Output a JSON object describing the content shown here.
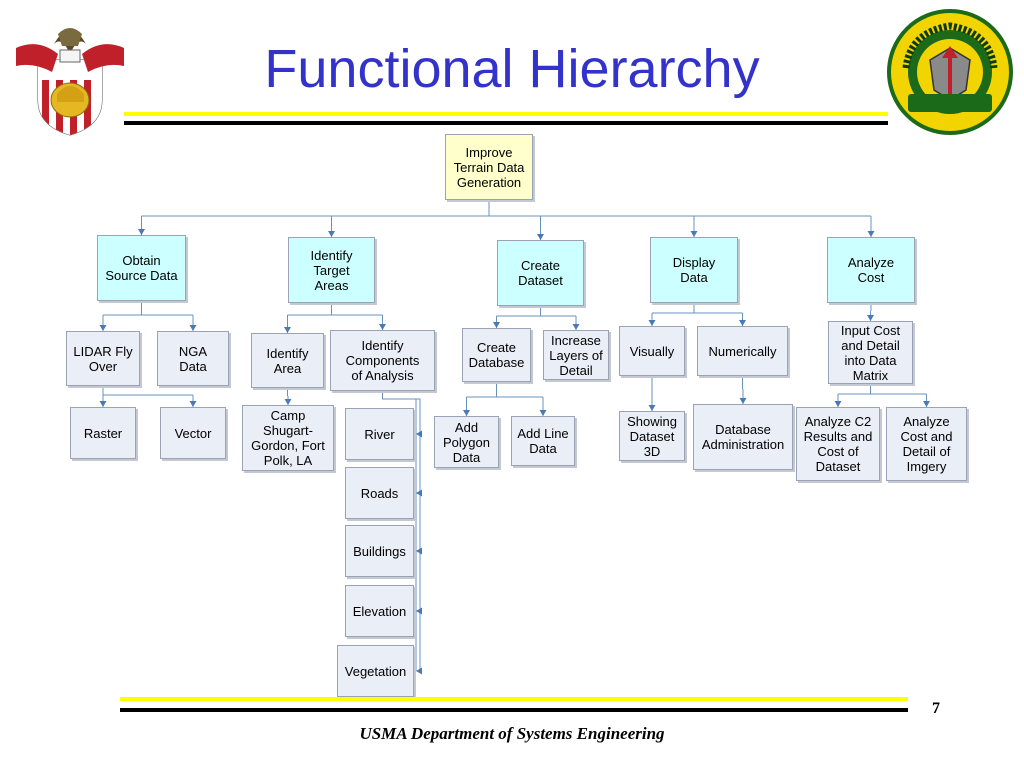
{
  "slide": {
    "title": "Functional Hierarchy",
    "page_number": "7",
    "footer": "USMA Department of Systems Engineering"
  },
  "colors": {
    "title": "#3333cc",
    "yellow_rule": "#ffff00",
    "black_rule": "#000000",
    "root_fill": "#ffffcc",
    "level1_fill": "#ccffff",
    "leaf_fill": "#eaeef7",
    "connector": "#6a90bc",
    "arrowhead": "#4a7ab5"
  },
  "seals": {
    "left_seal_icon": "west-point-crest-icon",
    "right_seal_icon": "department-of-systems-engineering-seal-icon",
    "right_seal_lettering": [
      "Department of Systems Engineering",
      "USMA",
      "Est.",
      "1989"
    ]
  },
  "diagram": {
    "nodes": [
      {
        "id": "root",
        "kind": "root",
        "lines": [
          "Improve",
          "Terrain Data",
          "Generation"
        ]
      },
      {
        "id": "obtain",
        "kind": "level1",
        "lines": [
          "Obtain",
          "Source Data"
        ]
      },
      {
        "id": "identify_target",
        "kind": "level1",
        "lines": [
          "Identify",
          "Target",
          "Areas"
        ]
      },
      {
        "id": "create_dataset",
        "kind": "level1",
        "lines": [
          "Create",
          "Dataset"
        ]
      },
      {
        "id": "display",
        "kind": "level1",
        "lines": [
          "Display",
          "Data"
        ]
      },
      {
        "id": "analyze",
        "kind": "level1",
        "lines": [
          "Analyze",
          "Cost"
        ]
      },
      {
        "id": "lidar",
        "kind": "leaf",
        "lines": [
          "LIDAR Fly",
          "Over"
        ]
      },
      {
        "id": "nga",
        "kind": "leaf",
        "lines": [
          "NGA",
          "Data"
        ]
      },
      {
        "id": "raster",
        "kind": "leaf",
        "lines": [
          "Raster"
        ]
      },
      {
        "id": "vector",
        "kind": "leaf",
        "lines": [
          "Vector"
        ]
      },
      {
        "id": "identify_area",
        "kind": "leaf",
        "lines": [
          "Identify",
          "Area"
        ]
      },
      {
        "id": "identify_components",
        "kind": "leaf",
        "lines": [
          "Identify",
          "Components",
          "of Analysis"
        ]
      },
      {
        "id": "camp",
        "kind": "leaf",
        "lines": [
          "Camp",
          "Shugart-",
          "Gordon, Fort",
          "Polk, LA"
        ]
      },
      {
        "id": "river",
        "kind": "leaf",
        "lines": [
          "River"
        ]
      },
      {
        "id": "roads",
        "kind": "leaf",
        "lines": [
          "Roads"
        ]
      },
      {
        "id": "buildings",
        "kind": "leaf",
        "lines": [
          "Buildings"
        ]
      },
      {
        "id": "elevation",
        "kind": "leaf",
        "lines": [
          "Elevation"
        ]
      },
      {
        "id": "vegetation",
        "kind": "leaf",
        "lines": [
          "Vegetation"
        ]
      },
      {
        "id": "create_database",
        "kind": "leaf",
        "lines": [
          "Create",
          "Database"
        ]
      },
      {
        "id": "increase_layers",
        "kind": "leaf",
        "lines": [
          "Increase",
          "Layers of",
          "Detail"
        ]
      },
      {
        "id": "add_polygon",
        "kind": "leaf",
        "lines": [
          "Add",
          "Polygon",
          "Data"
        ]
      },
      {
        "id": "add_line",
        "kind": "leaf",
        "lines": [
          "Add Line",
          "Data"
        ]
      },
      {
        "id": "visually",
        "kind": "leaf",
        "lines": [
          "Visually"
        ]
      },
      {
        "id": "numerically",
        "kind": "leaf",
        "lines": [
          "Numerically"
        ]
      },
      {
        "id": "showing_3d",
        "kind": "leaf",
        "lines": [
          "Showing",
          "Dataset",
          "3D"
        ]
      },
      {
        "id": "db_admin",
        "kind": "leaf",
        "lines": [
          "Database",
          "Administration"
        ]
      },
      {
        "id": "input_cost",
        "kind": "leaf",
        "lines": [
          "Input Cost",
          "and Detail",
          "into Data",
          "Matrix"
        ]
      },
      {
        "id": "analyze_c2",
        "kind": "leaf",
        "lines": [
          "Analyze C2",
          "Results and",
          "Cost of",
          "Dataset"
        ]
      },
      {
        "id": "analyze_imagery",
        "kind": "leaf",
        "lines": [
          "Analyze",
          "Cost and",
          "Detail of",
          "Imgery"
        ]
      }
    ],
    "edges": [
      [
        "root",
        "obtain"
      ],
      [
        "root",
        "identify_target"
      ],
      [
        "root",
        "create_dataset"
      ],
      [
        "root",
        "display"
      ],
      [
        "root",
        "analyze"
      ],
      [
        "obtain",
        "lidar"
      ],
      [
        "obtain",
        "nga"
      ],
      [
        "lidar",
        "raster"
      ],
      [
        "lidar",
        "vector"
      ],
      [
        "identify_target",
        "identify_area"
      ],
      [
        "identify_target",
        "identify_components"
      ],
      [
        "identify_area",
        "camp"
      ],
      [
        "identify_components",
        "river"
      ],
      [
        "identify_components",
        "roads"
      ],
      [
        "identify_components",
        "buildings"
      ],
      [
        "identify_components",
        "elevation"
      ],
      [
        "identify_components",
        "vegetation"
      ],
      [
        "create_dataset",
        "create_database"
      ],
      [
        "create_dataset",
        "increase_layers"
      ],
      [
        "create_database",
        "add_polygon"
      ],
      [
        "create_database",
        "add_line"
      ],
      [
        "display",
        "visually"
      ],
      [
        "display",
        "numerically"
      ],
      [
        "visually",
        "showing_3d"
      ],
      [
        "numerically",
        "db_admin"
      ],
      [
        "analyze",
        "input_cost"
      ],
      [
        "input_cost",
        "analyze_c2"
      ],
      [
        "input_cost",
        "analyze_imagery"
      ]
    ]
  }
}
